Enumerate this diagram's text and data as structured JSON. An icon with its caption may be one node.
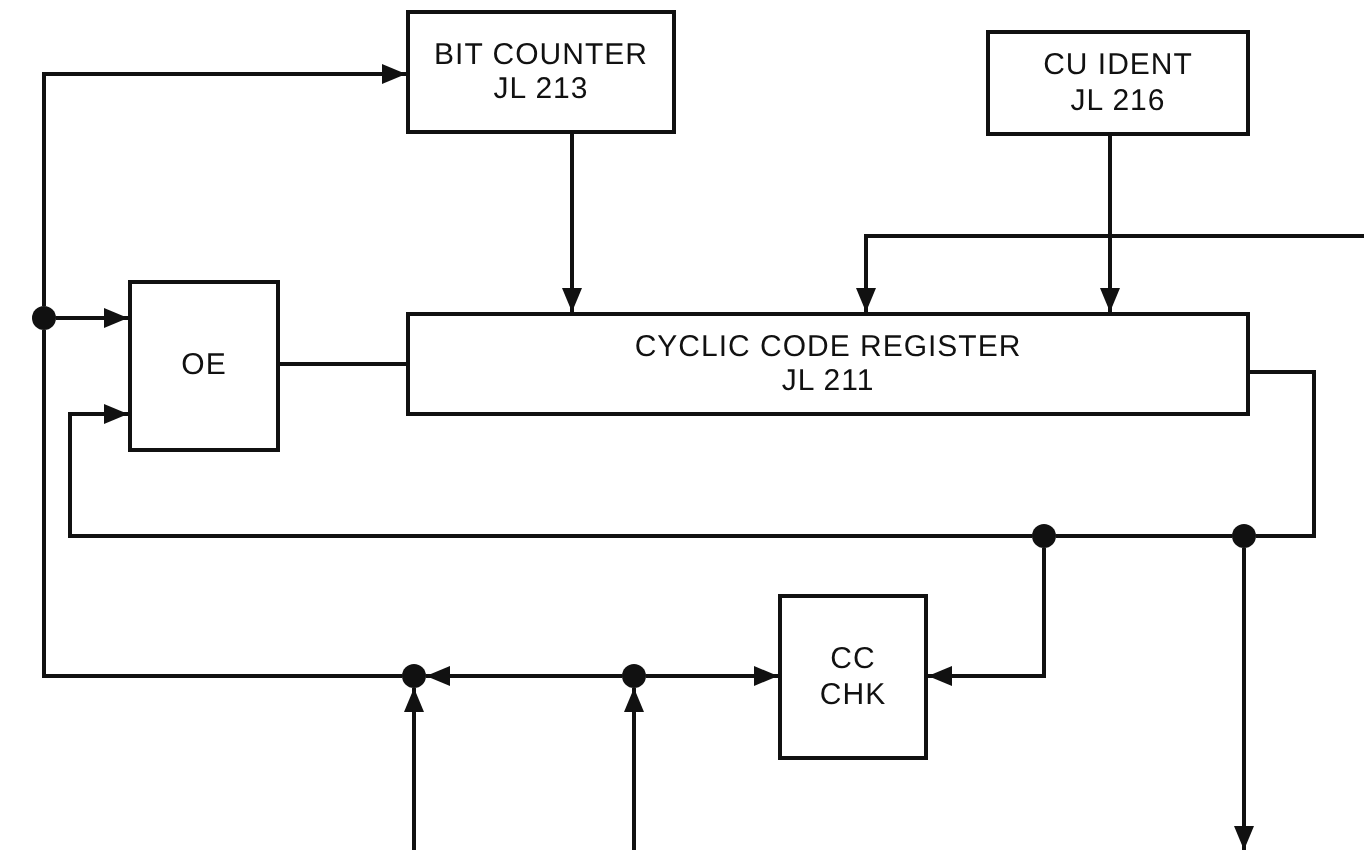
{
  "diagram": {
    "nodes": [
      {
        "text": [
          "BIT COUNTER",
          "JL 213"
        ]
      },
      {
        "text": [
          "CU IDENT",
          "JL 216"
        ]
      },
      {
        "text": [
          "OE"
        ]
      },
      {
        "text": [
          "CYCLIC CODE REGISTER",
          "JL 211"
        ]
      },
      {
        "text": [
          "CC CHK"
        ]
      },
      {
        "text": [],
        "shape": "circle"
      },
      {
        "text": [],
        "shape": "circle"
      },
      {
        "text": [],
        "shape": "circle"
      },
      {
        "text": [],
        "shape": "circle"
      },
      {
        "text": [],
        "shape": "circle"
      }
    ],
    "edges": [
      {
        "from": null,
        "to": 6,
        "arrow": "to"
      },
      {
        "from": null,
        "to": 7,
        "arrow": "to"
      },
      {
        "from": 7,
        "to": 6,
        "arrow": "to"
      },
      {
        "from": 7,
        "to": 4,
        "arrow": "to"
      },
      {
        "from": 6,
        "to": 5,
        "arrow": "none"
      },
      {
        "from": 5,
        "to": 0,
        "arrow": "to"
      },
      {
        "from": 5,
        "to": 2,
        "arrow": "to"
      },
      {
        "from": 0,
        "to": 3,
        "arrow": "to"
      },
      {
        "from": 1,
        "to": 3,
        "arrow": "to"
      },
      {
        "from": null,
        "to": 3,
        "arrow": "to"
      },
      {
        "from": 2,
        "to": 3,
        "arrow": "none"
      },
      {
        "from": 3,
        "to": 9,
        "arrow": "none"
      },
      {
        "from": 9,
        "to": 8,
        "arrow": "none"
      },
      {
        "from": 8,
        "to": 2,
        "arrow": "to"
      },
      {
        "from": 8,
        "to": 4,
        "arrow": "to"
      },
      {
        "from": 9,
        "to": null,
        "arrow": "to"
      }
    ]
  }
}
